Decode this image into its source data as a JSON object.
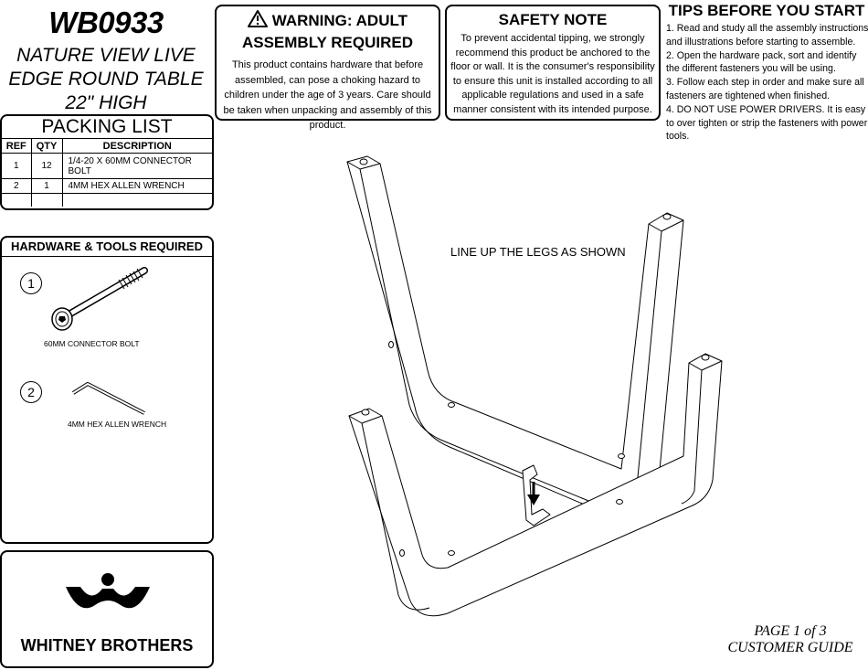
{
  "product": {
    "model": "WB0933",
    "name": "NATURE VIEW LIVE EDGE ROUND TABLE 22\" HIGH"
  },
  "packing_list": {
    "title": "PACKING LIST",
    "headers": [
      "REF",
      "QTY",
      "DESCRIPTION"
    ],
    "rows": [
      {
        "ref": "1",
        "qty": "12",
        "description": "1/4-20 X 60MM CONNECTOR BOLT"
      },
      {
        "ref": "2",
        "qty": "1",
        "description": "4MM HEX ALLEN WRENCH"
      }
    ]
  },
  "hardware": {
    "title": "HARDWARE & TOOLS REQUIRED",
    "items": [
      {
        "number": "1",
        "label": "60MM CONNECTOR BOLT",
        "icon": "connector-bolt-icon"
      },
      {
        "number": "2",
        "label": "4MM HEX ALLEN  WRENCH",
        "icon": "hex-allen-wrench-icon"
      }
    ]
  },
  "brand": {
    "name": "WHITNEY BROTHERS",
    "logo_icon": "whitney-brothers-logo"
  },
  "warning": {
    "title_line1": "WARNING: ADULT",
    "title_line2": "ASSEMBLY REQUIRED",
    "body": "This product contains hardware that before assembled, can pose a choking hazard to children under the age of 3 years. Care should be taken when unpacking and assembly of this product."
  },
  "safety": {
    "title": "SAFETY NOTE",
    "body": "To prevent accidental tipping, we strongly recommend this product be anchored to the floor or wall. It is the consumer's responsibility to ensure this unit is installed according to all applicable regulations and used in a safe manner consistent with its intended purpose."
  },
  "tips": {
    "title": "TIPS BEFORE YOU START",
    "items": [
      "1. Read and study all the assembly instructions and illustrations before starting to assemble.",
      "2. Open the hardware pack, sort and identify the different fasteners you will be using.",
      "3.  Follow each step in order and make sure all fasteners are tightened when finished.",
      "4.  DO NOT USE POWER DRIVERS. It is easy to over tighten or strip the fasteners with power tools."
    ]
  },
  "diagram": {
    "instruction": "LINE UP THE LEGS AS SHOWN"
  },
  "footer": {
    "page_line1": "PAGE 1 of 3",
    "page_line2": "CUSTOMER GUIDE"
  }
}
